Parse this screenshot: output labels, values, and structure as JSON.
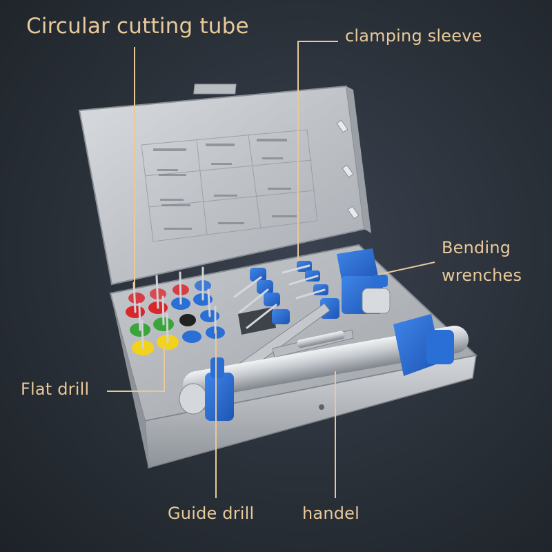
{
  "callouts": {
    "circular_cutting_tube": "Circular cutting tube",
    "clamping_sleeve": "clamping sleeve",
    "bending_wrenches_line1": "Bending",
    "bending_wrenches_line2": "wrenches",
    "flat_drill": "Flat drill",
    "guide_drill": "Guide drill",
    "handel": "handel"
  },
  "colors": {
    "label_text": "#e8c99a",
    "leader_line": "#e8c99a",
    "background": "#2a3038",
    "steel": "#c9ccd0",
    "silicone_blue": "#2a6fd6",
    "ring_red": "#d8262b",
    "ring_green": "#3aa63a",
    "ring_yellow": "#f2d21a"
  }
}
